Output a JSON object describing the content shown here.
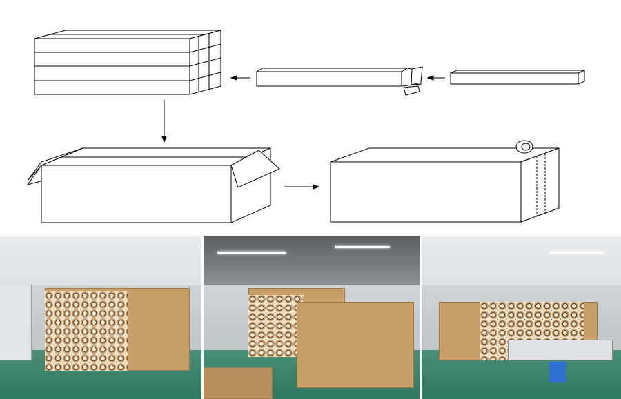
{
  "colors": {
    "line": "#000000",
    "floor": "#2f7860",
    "carton": "#c99f69"
  },
  "diagram": {
    "steps": [
      "single-roll-box",
      "opened-roll-box",
      "stacked-boxes",
      "open-carton",
      "taped-carton"
    ]
  },
  "photos": [
    "warehouse-stack-1",
    "warehouse-stack-2",
    "warehouse-stack-3"
  ]
}
